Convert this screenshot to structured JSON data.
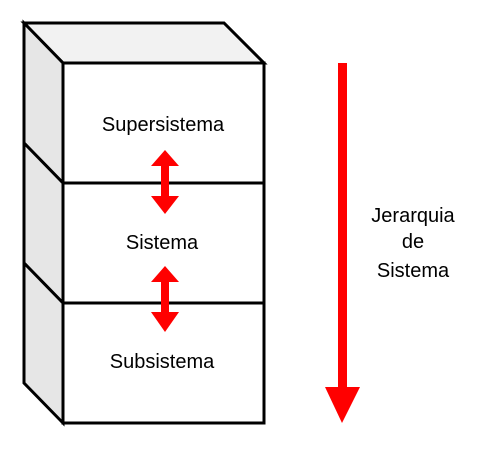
{
  "diagram": {
    "levels": [
      {
        "label": "Supersistema"
      },
      {
        "label": "Sistema"
      },
      {
        "label": "Subsistema"
      }
    ],
    "hierarchy_label": {
      "line1": "Jerarquia",
      "line2": "de",
      "line3": "Sistema"
    },
    "colors": {
      "box_fill": "#ffffff",
      "top_face": "#f2f2f2",
      "side_face": "#e6e6e6",
      "stroke": "#000000",
      "arrow": "#ff0000"
    }
  }
}
